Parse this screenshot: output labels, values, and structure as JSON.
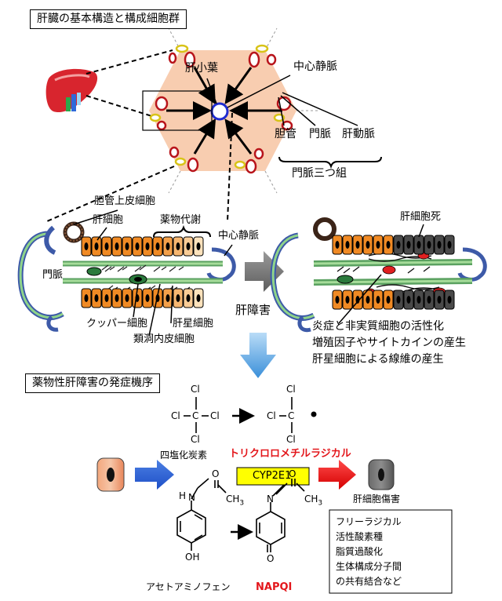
{
  "section1": {
    "title": "肝臓の基本構造と構成細胞群",
    "lobule_label": "肝小葉",
    "central_vein_label": "中心静脈",
    "bile_duct_label": "胆管",
    "portal_vein_label": "門脈",
    "hepatic_artery_label": "肝動脈",
    "portal_triad_label": "門脈三つ組"
  },
  "section2": {
    "biliary_epithelial_label": "胆管上皮細胞",
    "hepatocyte_label": "肝細胞",
    "drug_metabolism_label": "薬物代謝",
    "central_vein_label": "中心静脈",
    "portal_vein_label": "門脈",
    "kupffer_label": "クッパー細胞",
    "stellate_label": "肝星細胞",
    "sinusoidal_label": "類洞内皮細胞",
    "liver_injury_label": "肝障害",
    "hepatocyte_death_label": "肝細胞死",
    "outcomes": [
      "炎症と非実質細胞の活性化",
      "増殖因子やサイトカインの産生",
      "肝星細胞による線維の産生"
    ]
  },
  "section3": {
    "title": "薬物性肝障害の発症機序",
    "ccl4_label": "四塩化炭素",
    "radical_label": "トリクロロメチルラジカル",
    "enzyme_label": "CYP2E1",
    "injury_label": "肝細胞傷害",
    "apap_label": "アセトアミノフェン",
    "napqi_label": "NAPQI",
    "atom_cl": "Cl",
    "atom_c": "C",
    "atom_o": "O",
    "atom_n": "N",
    "atom_h": "H",
    "atom_oh": "OH",
    "atom_ch3": "CH",
    "atom_ch3_sub": "3",
    "mechanisms": [
      "フリーラジカル",
      "活性酸素種",
      "脂質過酸化",
      "生体構成分子間",
      "の共有結合など"
    ]
  }
}
